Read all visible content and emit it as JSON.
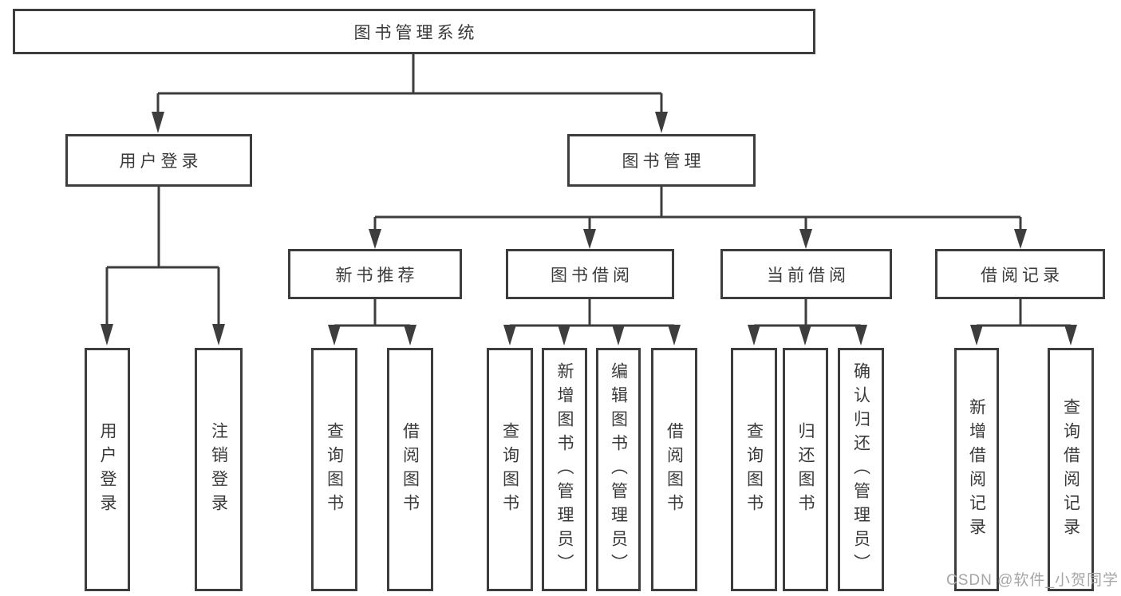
{
  "diagram": {
    "type": "hierarchy-tree",
    "colors": {
      "line": "#3d3d3d",
      "box_border": "#3d3d3d",
      "text": "#3a3a3a",
      "background": "#ffffff",
      "watermark": "#a6a6a6"
    },
    "nodes": {
      "root": {
        "label": "图书管理系统"
      },
      "level2": [
        {
          "label": "用户登录"
        },
        {
          "label": "图书管理"
        }
      ],
      "level3": [
        {
          "label": "新书推荐"
        },
        {
          "label": "图书借阅"
        },
        {
          "label": "当前借阅"
        },
        {
          "label": "借阅记录"
        }
      ],
      "leaves": [
        {
          "label": "用户登录",
          "parent": "用户登录"
        },
        {
          "label": "注销登录",
          "parent": "用户登录"
        },
        {
          "label": "查询图书",
          "parent": "新书推荐"
        },
        {
          "label": "借阅图书",
          "parent": "新书推荐"
        },
        {
          "label": "查询图书",
          "parent": "图书借阅"
        },
        {
          "label": "新增图书（管理员）",
          "parent": "图书借阅"
        },
        {
          "label": "编辑图书（管理员）",
          "parent": "图书借阅"
        },
        {
          "label": "借阅图书",
          "parent": "图书借阅"
        },
        {
          "label": "查询图书",
          "parent": "当前借阅"
        },
        {
          "label": "归还图书",
          "parent": "当前借阅"
        },
        {
          "label": "确认归还（管理员）",
          "parent": "当前借阅"
        },
        {
          "label": "新增借阅记录",
          "parent": "借阅记录"
        },
        {
          "label": "查询借阅记录",
          "parent": "借阅记录"
        }
      ]
    },
    "watermark": "CSDN @软件_小贺同学"
  }
}
